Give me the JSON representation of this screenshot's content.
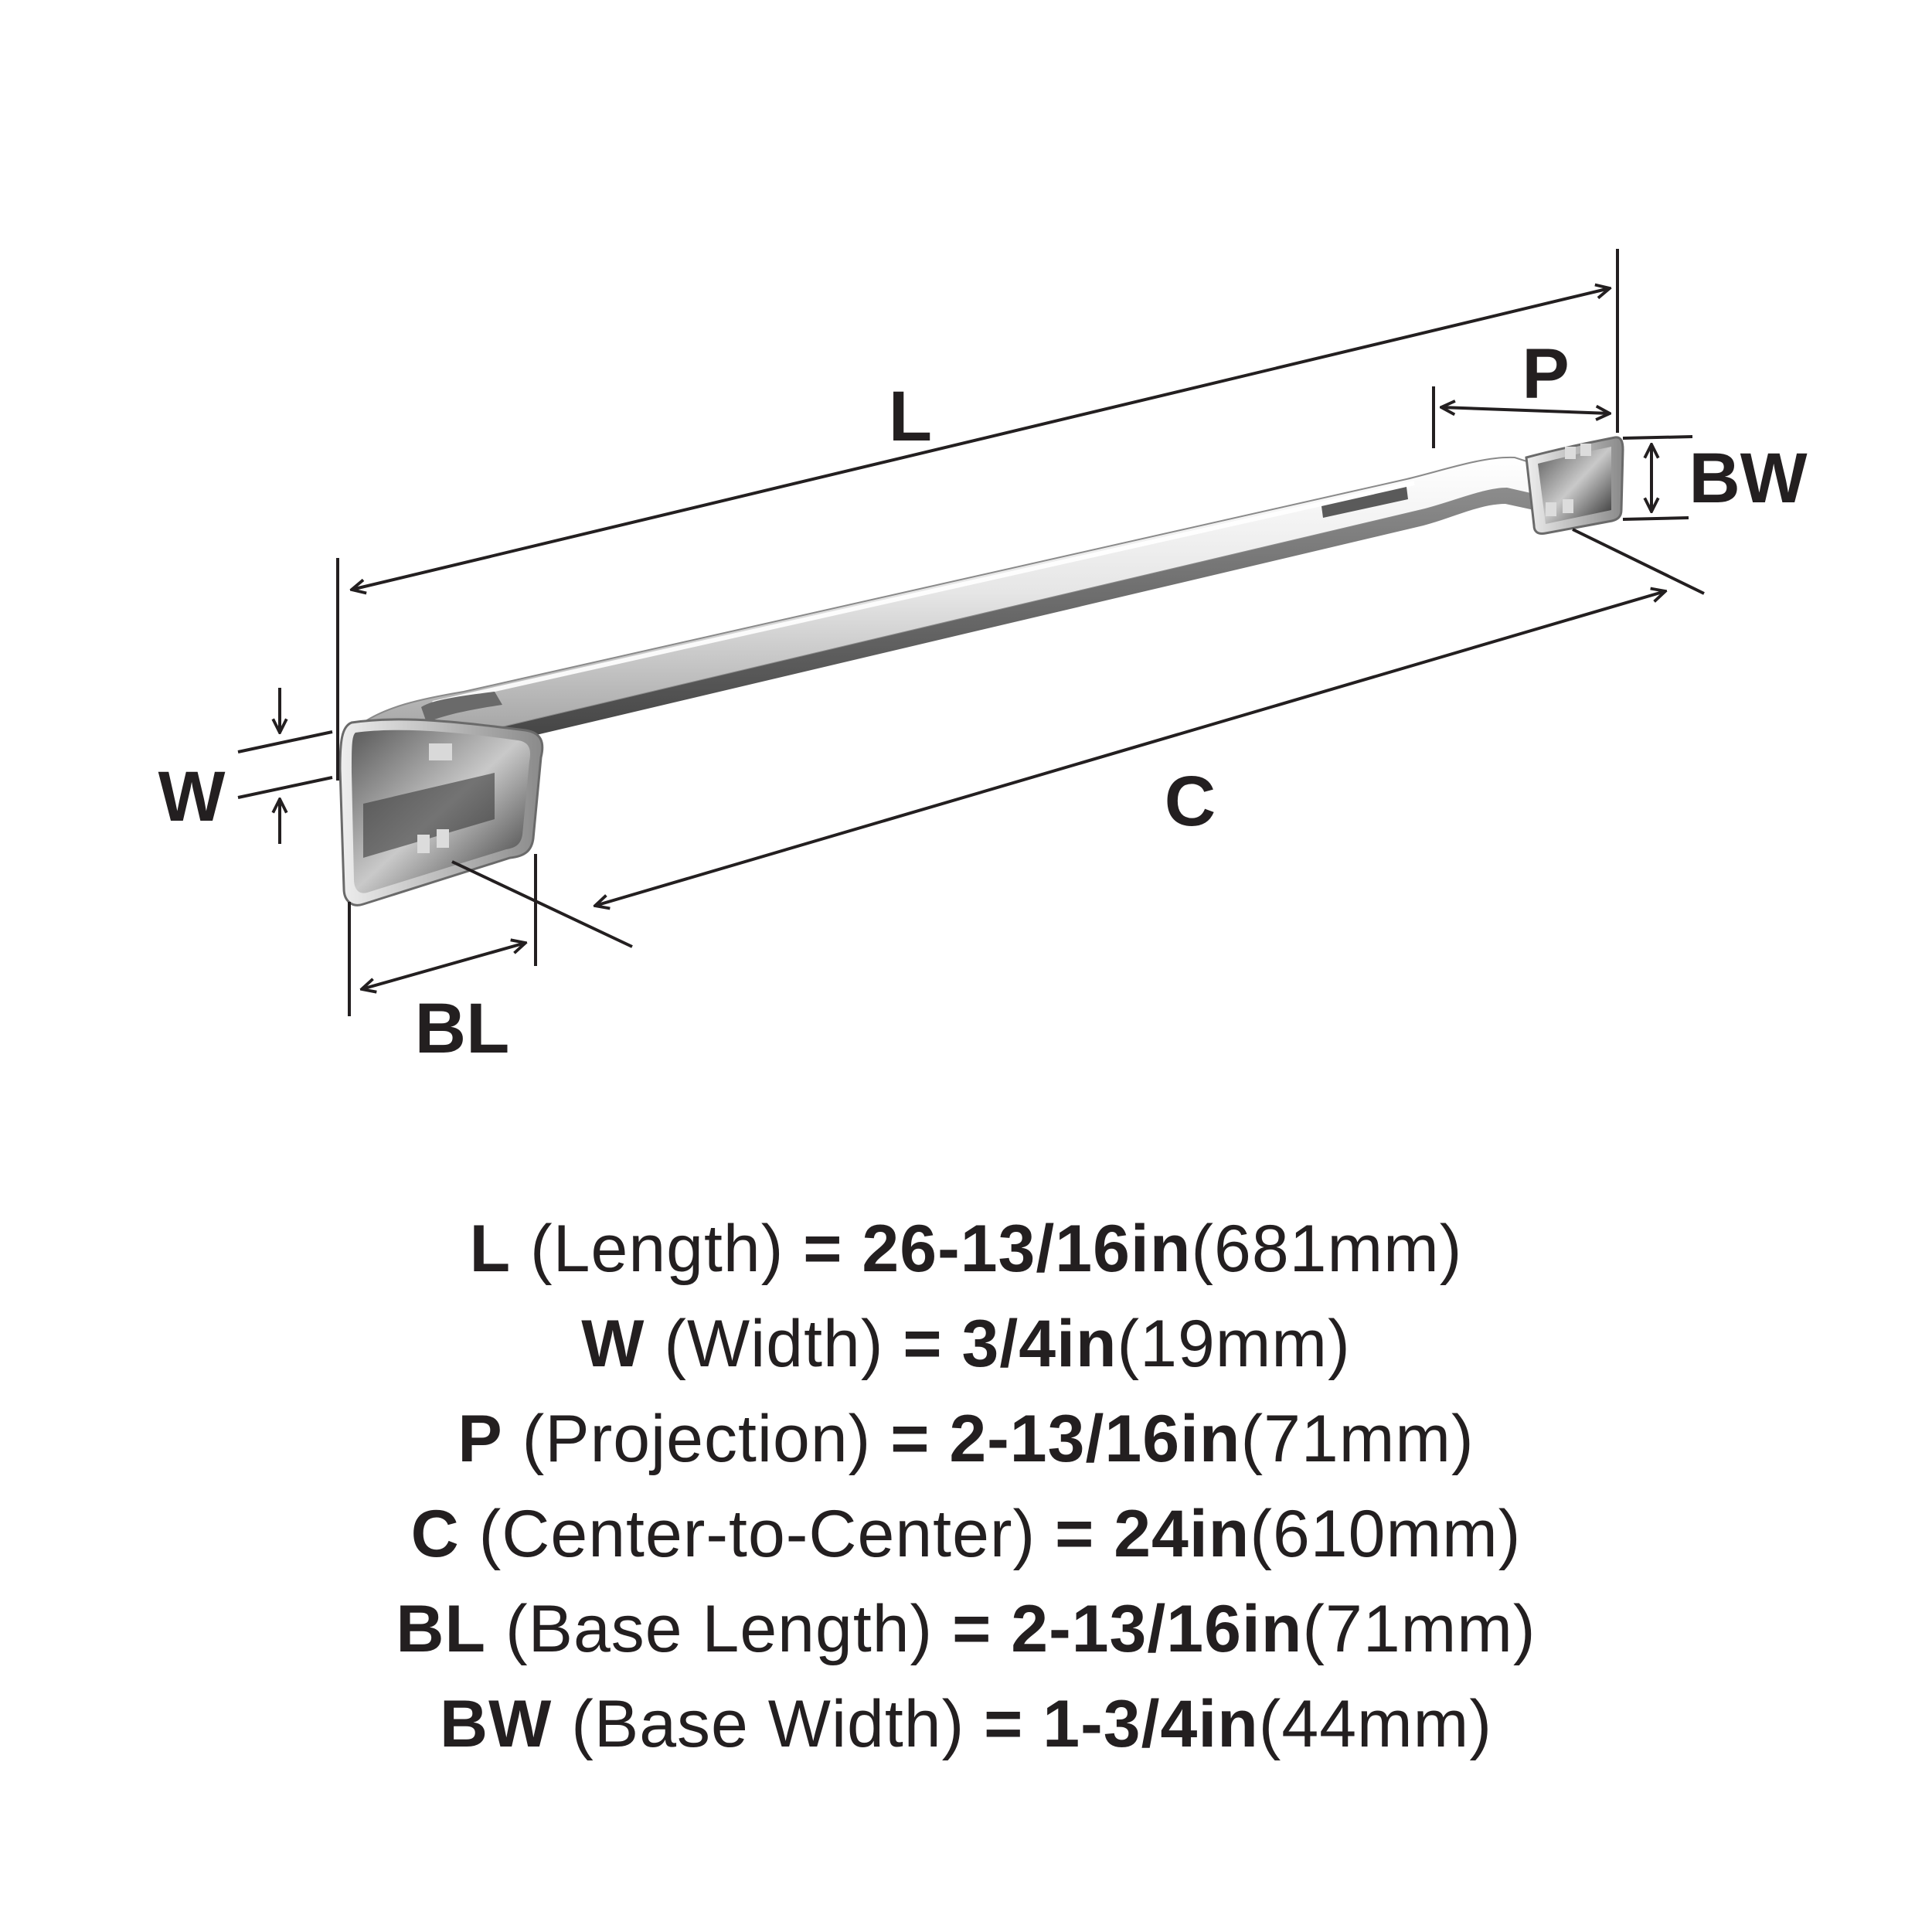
{
  "labels": {
    "L": "L",
    "P": "P",
    "BW": "BW",
    "W": "W",
    "C": "C",
    "BL": "BL"
  },
  "specs": [
    {
      "code": "L",
      "desc": "(Length)",
      "eq": "=",
      "value": "26-13/16in",
      "metric": "(681mm)"
    },
    {
      "code": "W",
      "desc": "(Width)",
      "eq": "=",
      "value": "3/4in",
      "metric": "(19mm)"
    },
    {
      "code": "P",
      "desc": "(Projection)",
      "eq": "=",
      "value": "2-13/16in",
      "metric": "(71mm)"
    },
    {
      "code": "C",
      "desc": "(Center-to-Center)",
      "eq": "=",
      "value": "24in",
      "metric": "(610mm)"
    },
    {
      "code": "BL",
      "desc": "(Base Length)",
      "eq": "=",
      "value": "2-13/16in",
      "metric": "(71mm)"
    },
    {
      "code": "BW",
      "desc": "(Base Width)",
      "eq": "=",
      "value": "1-3/4in",
      "metric": "(44mm)"
    }
  ],
  "colors": {
    "ink": "#231f20",
    "chrome_light": "#f4f4f4",
    "chrome_mid": "#b9b9b9",
    "chrome_dark": "#4a4a4a"
  }
}
